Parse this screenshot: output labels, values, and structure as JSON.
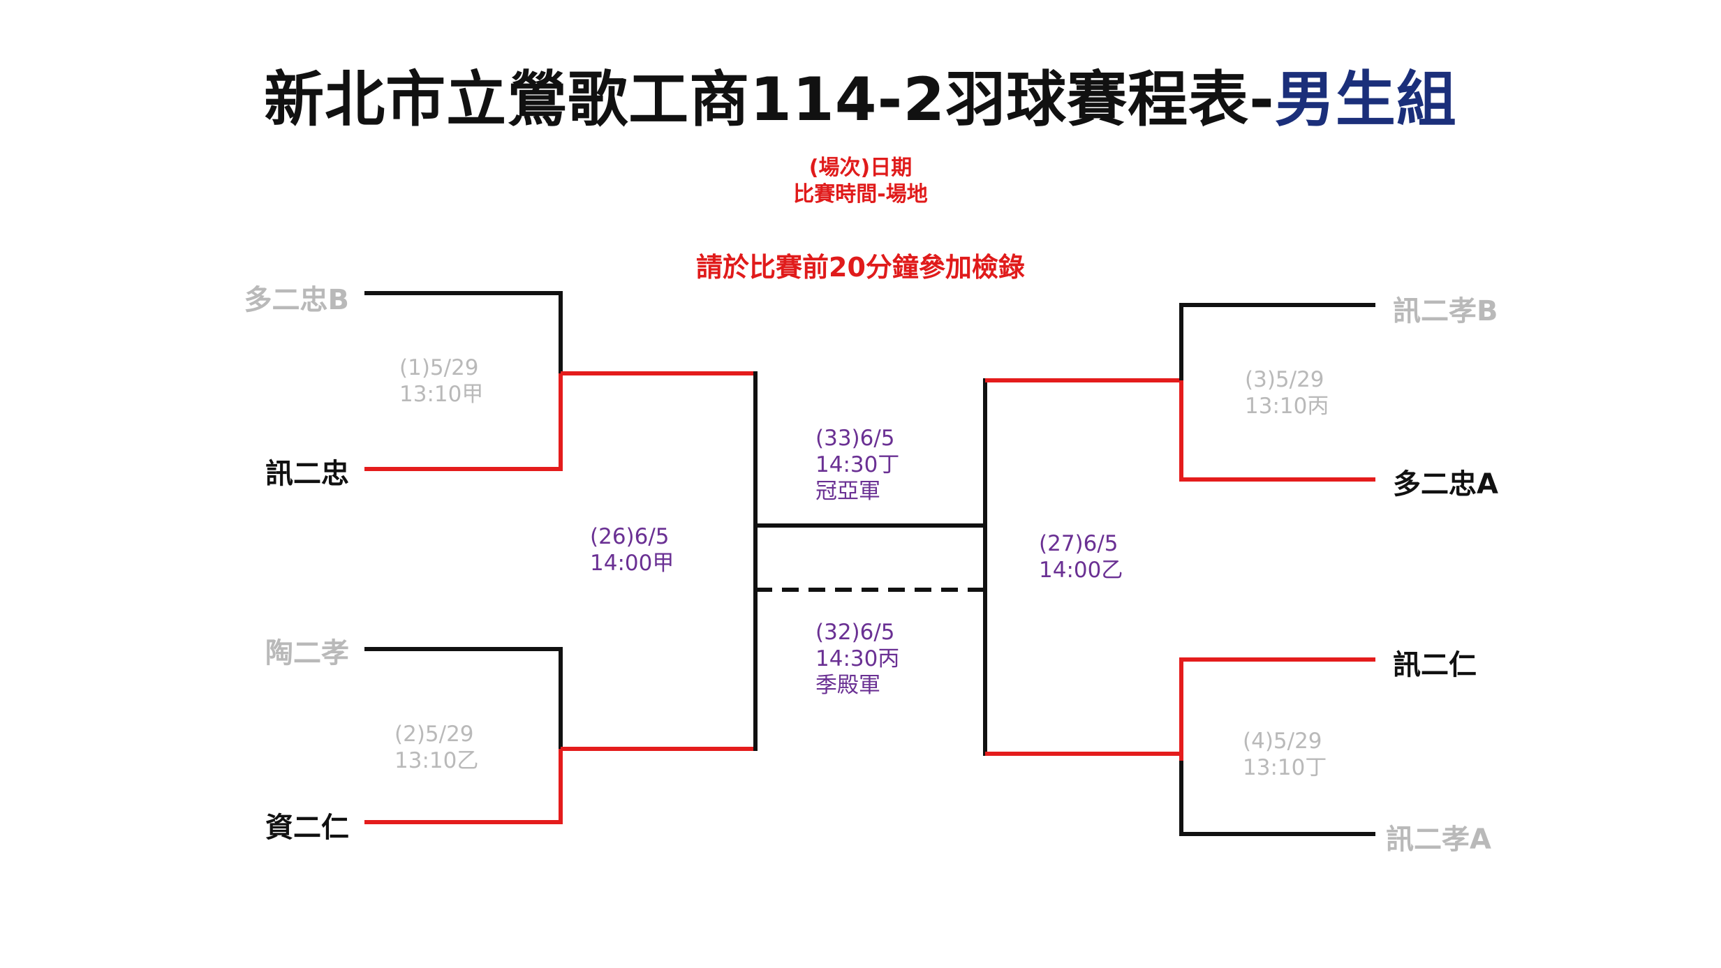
{
  "title": {
    "main": "新北市立鶯歌工商114-2羽球賽程表-",
    "group": "男生組"
  },
  "legend": {
    "line1": "(場次)日期",
    "line2": "比賽時間-場地"
  },
  "notice": "請於比賽前20分鐘參加檢錄",
  "colors": {
    "winner": "#e41c1c",
    "line": "#111111",
    "eliminated_text": "#b9b9b9",
    "team_text": "#111111",
    "final_text": "#6a3093",
    "first_round_text": "#b9b9b9",
    "accent": "#1b2f7a"
  },
  "teams": {
    "left_top_a": {
      "name": "多二忠B",
      "advanced": false
    },
    "left_top_b": {
      "name": "訊二忠",
      "advanced": true
    },
    "left_bot_a": {
      "name": "陶二孝",
      "advanced": false
    },
    "left_bot_b": {
      "name": "資二仁",
      "advanced": true
    },
    "right_top_a": {
      "name": "訊二孝B",
      "advanced": false
    },
    "right_top_b": {
      "name": "多二忠A",
      "advanced": true
    },
    "right_bot_a": {
      "name": "訊二仁",
      "advanced": true
    },
    "right_bot_b": {
      "name": "訊二孝A",
      "advanced": false
    }
  },
  "matches": {
    "m1": {
      "line1": "(1)5/29",
      "line2": "13:10甲"
    },
    "m2": {
      "line1": "(2)5/29",
      "line2": "13:10乙"
    },
    "m3": {
      "line1": "(3)5/29",
      "line2": "13:10丙"
    },
    "m4": {
      "line1": "(4)5/29",
      "line2": "13:10丁"
    },
    "m26": {
      "line1": "(26)6/5",
      "line2": "14:00甲"
    },
    "m27": {
      "line1": "(27)6/5",
      "line2": "14:00乙"
    },
    "m33": {
      "line1": "(33)6/5",
      "line2": "14:30丁",
      "line3": "冠亞軍"
    },
    "m32": {
      "line1": "(32)6/5",
      "line2": "14:30丙",
      "line3": "季殿軍"
    }
  }
}
